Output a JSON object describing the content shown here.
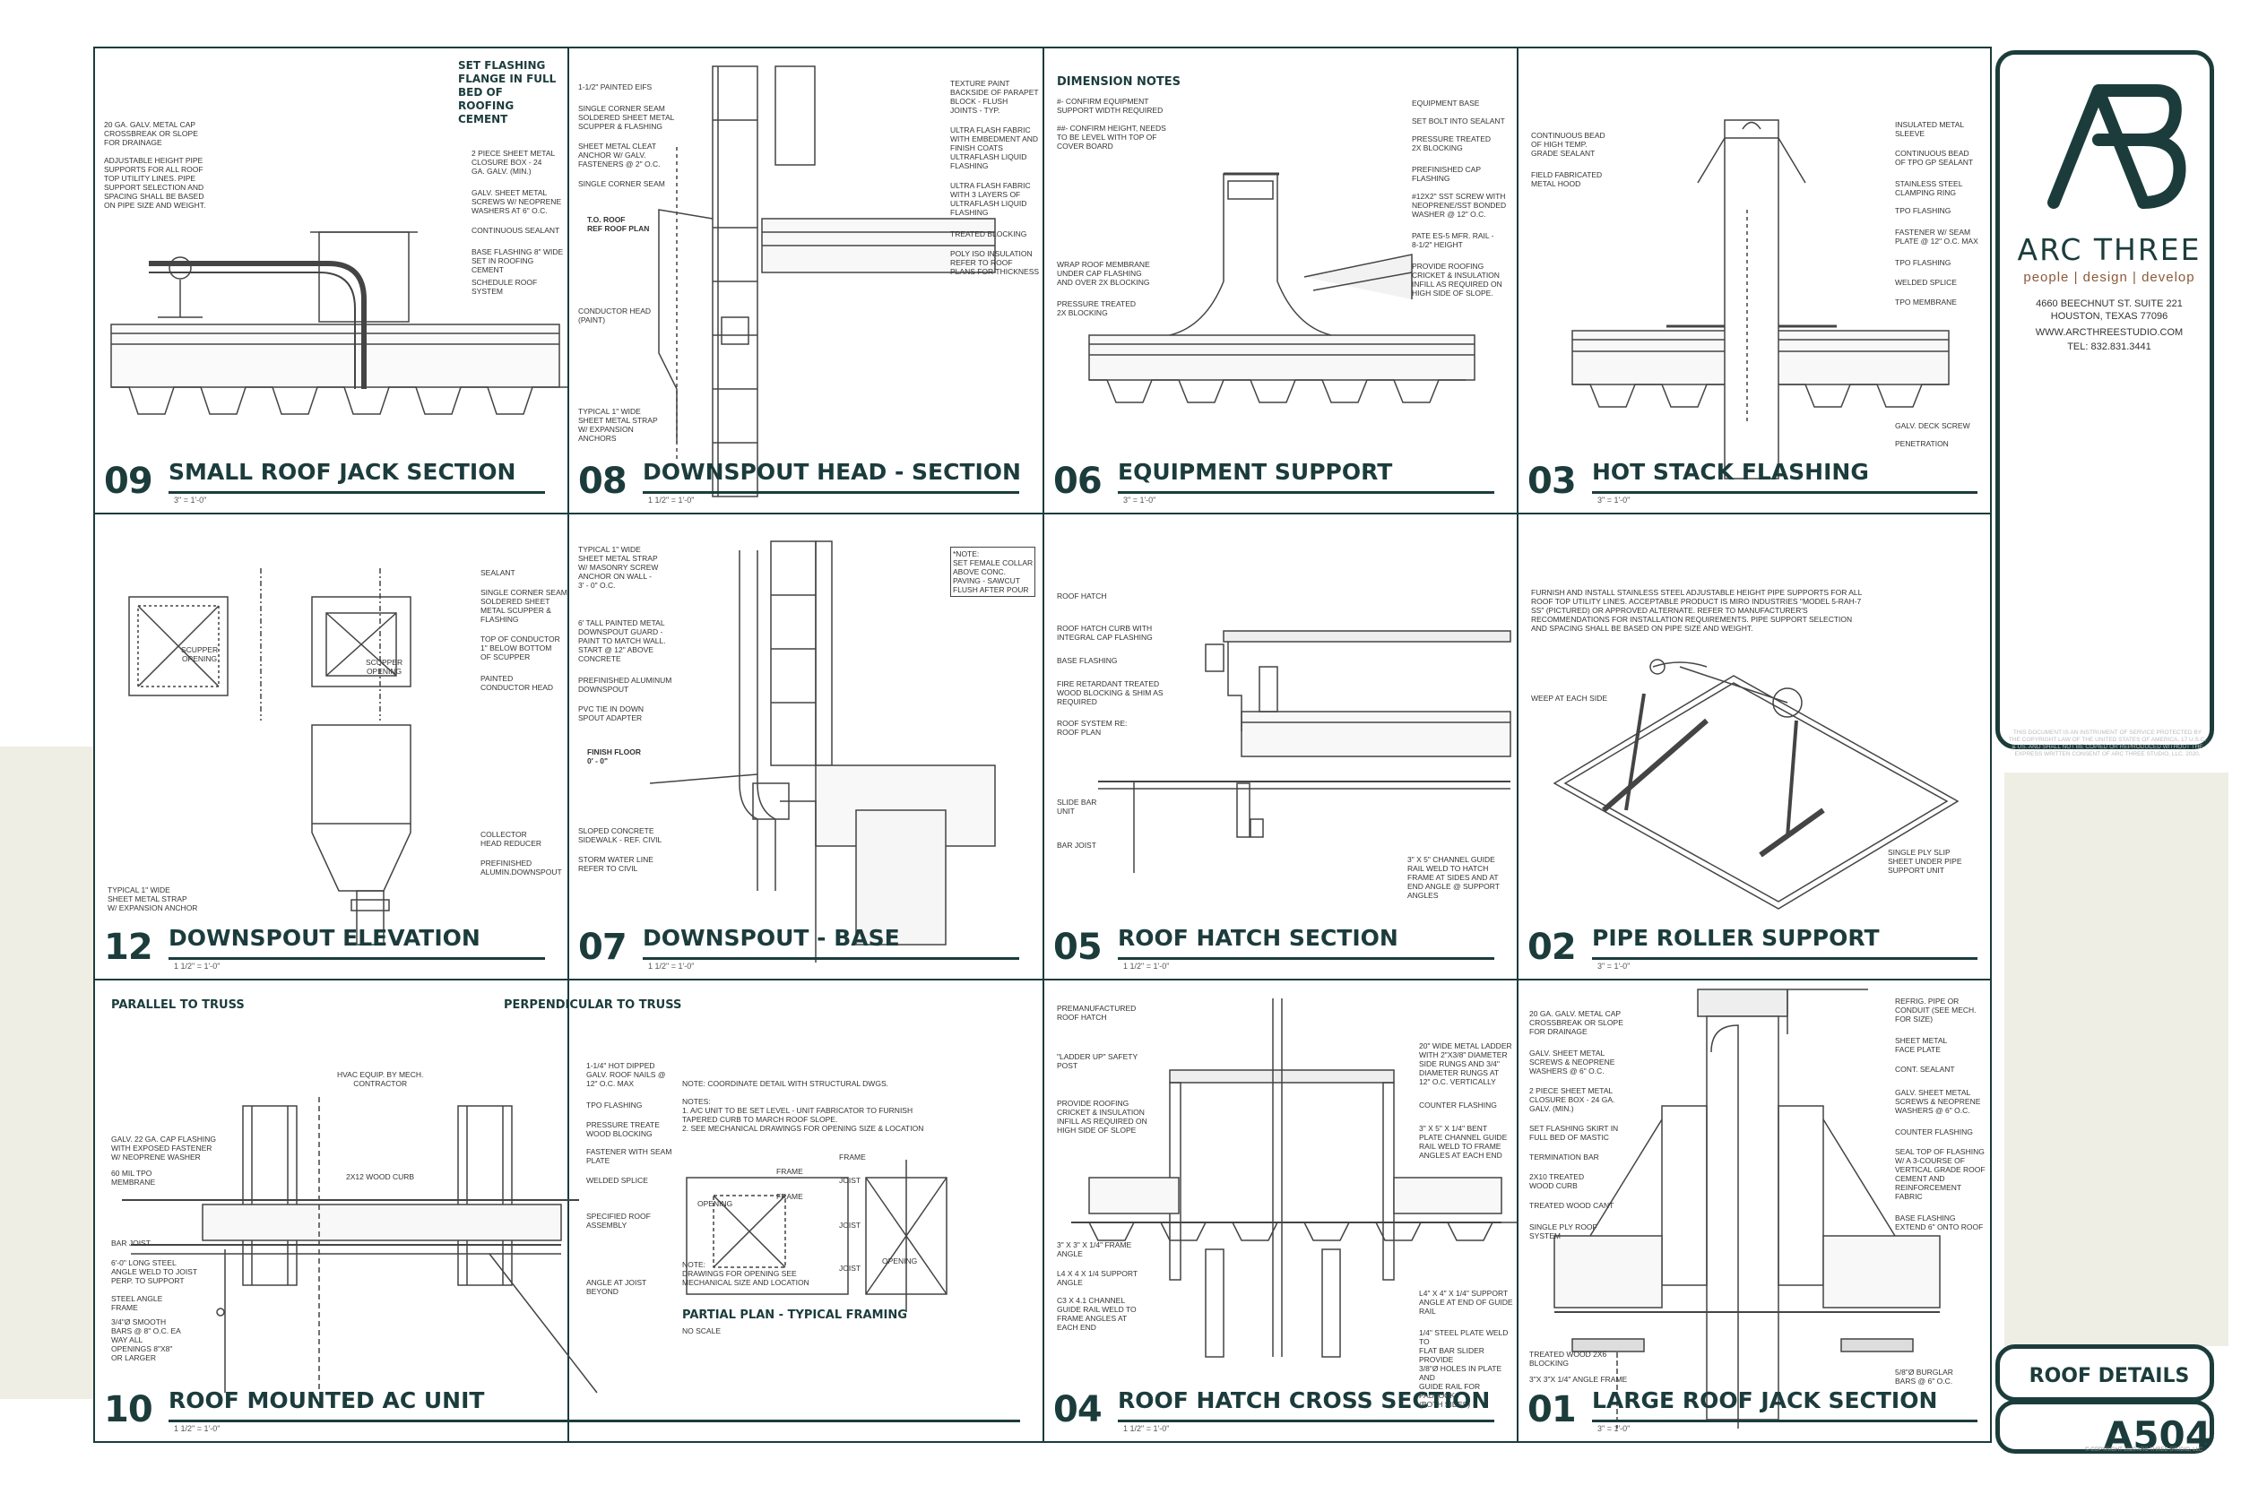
{
  "details": [
    {
      "key": "d09",
      "num": "09",
      "title": "SMALL ROOF JACK SECTION",
      "scale": "3\" = 1'-0\"",
      "notes": [
        "20 GA. GALV. METAL CAP\nCROSSBREAK OR SLOPE\nFOR DRAINAGE",
        "ADJUSTABLE HEIGHT PIPE\nSUPPORTS FOR ALL ROOF\nTOP UTILITY LINES. PIPE\nSUPPORT SELECTION AND\nSPACING SHALL BE BASED\nON PIPE SIZE AND WEIGHT.",
        "2 PIECE SHEET METAL\nCLOSURE BOX - 24\nGA. GALV. (MIN.)",
        "GALV. SHEET METAL\nSCREWS W/ NEOPRENE\nWASHERS AT 6\" O.C.",
        "CONTINUOUS SEALANT",
        "BASE FLASHING 8\" WIDE\nSET IN ROOFING CEMENT",
        "SCHEDULE ROOF\nSYSTEM"
      ],
      "callout": "SET FLASHING\nFLANGE IN FULL\nBED OF\nROOFING\nCEMENT"
    },
    {
      "key": "d08",
      "num": "08",
      "title": "DOWNSPOUT HEAD - SECTION",
      "scale": "1 1/2\" = 1'-0\"",
      "notes": [
        "1-1/2\" PAINTED EIFS",
        "SINGLE CORNER SEAM\nSOLDERED SHEET METAL\nSCUPPER & FLASHING",
        "SHEET METAL CLEAT\nANCHOR W/ GALV.\nFASTENERS @ 2\" O.C.",
        "SINGLE CORNER SEAM",
        "T.O. ROOF\nREF ROOF PLAN",
        "CONDUCTOR HEAD\n(PAINT)",
        "TYPICAL 1\" WIDE\nSHEET METAL STRAP\nW/ EXPANSION\nANCHORS",
        "TEXTURE PAINT\nBACKSIDE OF PARAPET\nBLOCK - FLUSH\nJOINTS - TYP.",
        "ULTRA FLASH FABRIC\nWITH EMBEDMENT AND\nFINISH COATS\nULTRAFLASH LIQUID\nFLASHING",
        "ULTRA FLASH FABRIC\nWITH 3 LAYERS OF\nULTRAFLASH LIQUID\nFLASHING",
        "TREATED BLOCKING",
        "POLY ISO INSULATION\nREFER TO ROOF\nPLANS FOR THICKNESS"
      ]
    },
    {
      "key": "d06",
      "num": "06",
      "title": "EQUIPMENT SUPPORT",
      "scale": "3\" = 1'-0\"",
      "notes": [
        "#-  CONFIRM EQUIPMENT\n    SUPPORT WIDTH REQUIRED",
        "##-  CONFIRM HEIGHT, NEEDS\n     TO BE LEVEL WITH TOP OF\n     COVER BOARD",
        "EQUIPMENT BASE",
        "SET BOLT INTO SEALANT",
        "PRESSURE TREATED\n2X BLOCKING",
        "PREFINISHED CAP\nFLASHING",
        "#12x2\" SST SCREW WITH\nNEOPRENE/SST BONDED\nWASHER @ 12\" O.C.",
        "PATE ES-5 MFR. RAIL -\n8-1/2\" HEIGHT",
        "PROVIDE ROOFING\nCRICKET & INSULATION\nINFILL AS REQUIRED ON\nHIGH SIDE OF SLOPE.",
        "WRAP ROOF MEMBRANE\nUNDER CAP FLASHING\nAND OVER 2X BLOCKING",
        "PRESSURE TREATED\n2X BLOCKING"
      ],
      "callout": "DIMENSION NOTES"
    },
    {
      "key": "d03",
      "num": "03",
      "title": "HOT STACK FLASHING",
      "scale": "3\" = 1'-0\"",
      "notes": [
        "CONTINUOUS BEAD\nOF HIGH TEMP.\nGRADE SEALANT",
        "FIELD FABRICATED\nMETAL HOOD",
        "INSULATED METAL\nSLEEVE",
        "CONTINUOUS BEAD\nOF TPO GP SEALANT",
        "STAINLESS STEEL\nCLAMPING RING",
        "TPO FLASHING",
        "FASTENER W/ SEAM\nPLATE @ 12\" O.C. MAX",
        "TPO FLASHING",
        "WELDED SPLICE",
        "TPO MEMBRANE",
        "GALV. DECK SCREW",
        "PENETRATION"
      ]
    },
    {
      "key": "d12",
      "num": "12",
      "title": "DOWNSPOUT ELEVATION",
      "scale": "1 1/2\" = 1'-0\"",
      "notes": [
        "SEALANT",
        "SINGLE CORNER SEAM\nSOLDERED SHEET\nMETAL SCUPPER &\nFLASHING",
        "TOP OF CONDUCTOR\n1\" BELOW BOTTOM\nOF SCUPPER",
        "PAINTED\nCONDUCTOR HEAD",
        "COLLECTOR\nHEAD REDUCER",
        "PREFINISHED\nALUMIN.DOWNSPOUT",
        "TYPICAL 1\" WIDE\nSHEET METAL STRAP\nW/ EXPANSION ANCHOR",
        "SCUPPER\nOPENING",
        "SCUPPER\nOPENING"
      ]
    },
    {
      "key": "d07",
      "num": "07",
      "title": "DOWNSPOUT - BASE",
      "scale": "1 1/2\" = 1'-0\"",
      "notes": [
        "TYPICAL 1\" WIDE\nSHEET METAL STRAP\nW/ MASONRY SCREW\nANCHOR ON WALL -\n3' - 0\" O.C.",
        "6' TALL PAINTED METAL\nDOWNSPOUT GUARD -\nPAINT TO MATCH WALL.\nSTART @ 12\" ABOVE\nCONCRETE",
        "PREFINISHED ALUMINUM\nDOWNSPOUT",
        "PVC TIE IN DOWN\nSPOUT ADAPTER",
        "FINISH FLOOR\n0' - 0\"",
        "SLOPED CONCRETE\nSIDEWALK - REF. CIVIL",
        "STORM WATER LINE\nREFER TO CIVIL",
        "*NOTE:\nSET FEMALE COLLAR\nABOVE CONC.\nPAVING - SAWCUT\nFLUSH AFTER POUR"
      ]
    },
    {
      "key": "d05",
      "num": "05",
      "title": "ROOF HATCH SECTION",
      "scale": "1 1/2\" = 1'-0\"",
      "notes": [
        "ROOF HATCH",
        "ROOF HATCH CURB WITH\nINTEGRAL CAP FLASHING",
        "BASE FLASHING",
        "FIRE RETARDANT TREATED\nWOOD BLOCKING & SHIM AS\nREQUIRED",
        "ROOF SYSTEM RE:\nROOF PLAN",
        "SLIDE BAR\nUNIT",
        "BAR JOIST",
        "3\" x 5\" CHANNEL GUIDE\nRAIL WELD TO HATCH\nFRAME AT SIDES AND AT\nEND ANGLE @ SUPPORT\nANGLES"
      ]
    },
    {
      "key": "d02",
      "num": "02",
      "title": "PIPE ROLLER SUPPORT",
      "scale": "3\" = 1'-0\"",
      "notes": [
        "FURNISH AND INSTALL STAINLESS STEEL ADJUSTABLE HEIGHT PIPE SUPPORTS FOR ALL\nROOF TOP UTILITY LINES.  ACCEPTABLE PRODUCT IS MIRO INDUSTRIES \"MODEL 5-RAH-7\nSS\" (PICTURED) OR APPROVED ALTERNATE.  REFER TO MANUFACTURER'S\nRECOMMENDATIONS FOR INSTALLATION REQUIREMENTS.  PIPE SUPPORT SELECTION\nAND SPACING SHALL BE BASED ON PIPE SIZE AND WEIGHT.",
        "WEEP AT EACH SIDE",
        "SINGLE PLY SLIP\nSHEET UNDER PIPE\nSUPPORT UNIT"
      ]
    },
    {
      "key": "d10",
      "num": "10",
      "title": "ROOF MOUNTED AC UNIT",
      "scale": "1 1/2\" = 1'-0\"",
      "notes": [
        "HVAC EQUIP. BY MECH.\nCONTRACTOR",
        "GALV. 22 GA. CAP FLASHING\nWITH EXPOSED FASTENER\nW/ NEOPRENE WASHER",
        "60 MIL TPO\nMEMBRANE",
        "2X12 WOOD CURB",
        "BAR JOIST",
        "6'-0\" LONG STEEL\nANGLE WELD TO JOIST\nPERP. TO SUPPORT",
        "STEEL ANGLE\nFRAME",
        "3/4\"Ø SMOOTH\nBARS @ 8\" O.C. EA\nWAY ALL\nOPENINGS 8\"X8\"\nOR LARGER",
        "1-1/4\" HOT DIPPED\nGALV. ROOF NAILS @\n12\" O.C. MAX",
        "TPO FLASHING",
        "PRESSURE TREATE\nWOOD BLOCKING",
        "FASTENER WITH SEAM\nPLATE",
        "WELDED SPLICE",
        "SPECIFIED ROOF\nASSEMBLY",
        "ANGLE AT JOIST\nBEYOND",
        "NOTE: COORDINATE DETAIL WITH STRUCTURAL DWGS.",
        "NOTES:\n1. A/C UNIT TO BE SET LEVEL - UNIT FABRICATOR TO FURNISH\nTAPERED CURB TO MARCH ROOF SLOPE.\n2. SEE MECHANICAL DRAWINGS FOR OPENING SIZE & LOCATION",
        "NOTE:\nDRAWINGS FOR OPENING SEE\nMECHANICAL SIZE AND LOCATION",
        "NO SCALE"
      ],
      "subheads": [
        "PARALLEL TO TRUSS",
        "PERPENDICULAR TO TRUSS",
        "PARTIAL PLAN - TYPICAL FRAMING"
      ],
      "framing": [
        "FRAME",
        "FRAME",
        "FRAME",
        "JOIST",
        "JOIST",
        "JOIST",
        "OPENING",
        "OPENING"
      ]
    },
    {
      "key": "d04",
      "num": "04",
      "title": "ROOF HATCH CROSS SECTION",
      "scale": "1 1/2\" = 1'-0\"",
      "notes": [
        "PREMANUFACTURED\nROOF HATCH",
        "\"LADDER UP\" SAFETY\nPOST",
        "PROVIDE ROOFING\nCRICKET & INSULATION\nINFILL AS REQUIRED ON\nHIGH SIDE OF SLOPE",
        "3\" x 3\" x 1/4\" FRAME\nANGLE",
        "L4 x 4 x 1/4 SUPPORT\nANGLE",
        "C3 x 4.1 CHANNEL\nGUIDE RAIL WELD TO\nFRAME ANGLES AT\nEACH END",
        "20\" WIDE METAL LADDER\nWITH 2\"X3/8\" DIAMETER\nSIDE RUNGS AND 3/4\"\nDIAMETER RUNGS AT\n12\" O.C. VERTICALLY",
        "COUNTER FLASHING",
        "3\" X 5\" X 1/4\" BENT\nPLATE CHANNEL GUIDE\nRAIL WELD TO FRAME\nANGLES AT EACH END",
        "L4\" x 4\" x 1/4\" SUPPORT\nANGLE AT END OF GUIDE\nRAIL",
        "1/4\" STEEL PLATE WELD TO\nFLAT BAR SLIDER PROVIDE\n3/8\"Ø HOLES IN PLATE AND\nGUIDE RAIL FOR PADLOCK\n(BOTH SIDES)"
      ]
    },
    {
      "key": "d01",
      "num": "01",
      "title": "LARGE ROOF JACK SECTION",
      "scale": "3\" = 1'-0\"",
      "notes": [
        "20 GA. GALV. METAL CAP\nCROSSBREAK OR SLOPE\nFOR DRAINAGE",
        "GALV. SHEET METAL\nSCREWS & NEOPRENE\nWASHERS @ 6\" O.C.",
        "2 PIECE SHEET METAL\nCLOSURE BOX - 24 GA.\nGALV. (MIN.)",
        "SET FLASHING SKIRT IN\nFULL BED OF MASTIC",
        "TERMINATION BAR",
        "2x10 TREATED\nWOOD CURB",
        "TREATED WOOD CANT",
        "SINGLE PLY ROOF\nSYSTEM",
        "TREATED WOOD 2x6\nBLOCKING",
        "3\"x 3\"x 1/4\" ANGLE FRAME",
        "REFRIG. PIPE OR\nCONDUIT (SEE MECH.\nFOR SIZE)",
        "SHEET METAL\nFACE PLATE",
        "CONT. SEALANT",
        "GALV. SHEET METAL\nSCREWS & NEOPRENE\nWASHERS @ 6\" O.C.",
        "COUNTER FLASHING",
        "SEAL TOP OF FLASHING\nW/ A 3-COURSE OF\nVERTICAL GRADE ROOF\nCEMENT AND\nREINFORCEMENT\nFABRIC",
        "BASE FLASHING\nEXTEND 6\" ONTO ROOF",
        "5/8\"Ø BURGLAR\nBARS @ 6\" O.C."
      ]
    }
  ],
  "titleblock": {
    "logo_text": "AR",
    "brand_name": "ARC THREE",
    "tagline": "people | design | develop",
    "address1": "4660 BEECHNUT ST. SUITE 221",
    "address2": "HOUSTON, TEXAS 77096",
    "website": "WWW.ARCTHREESTUDIO.COM",
    "phone": "TEL: 832.831.3441",
    "disclaimer": "THIS DOCUMENT IS AN INSTRUMENT OF SERVICE PROTECTED BY THE COPYRIGHT LAW OF THE UNITED STATES OF AMERICA, 17 U.S.C. & US. AND SHALL NOT BE COPIED OR REPRODUCED WITHOUT THE EXPRESS WRITTEN CONSENT OF ARC THREE STUDIO, LLC. 2020.",
    "sheet_title": "ROOF DETAILS",
    "sheet_number": "A504",
    "copyright": "© COPYRIGHT 2020 ARC THREE STUDIO, LLC"
  },
  "colors": {
    "accent": "#1c3c3c",
    "brand_secondary": "#8a5a3a",
    "line": "#444444",
    "shade": "#efeee4"
  }
}
